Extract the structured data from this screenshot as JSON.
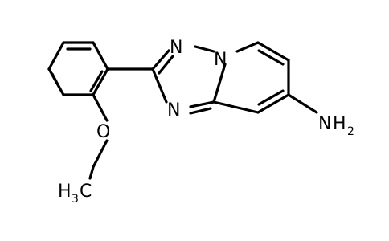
{
  "molecule": {
    "atoms": {
      "n_top": "N",
      "n_bridge": "N",
      "n_bottom": "N",
      "o_methoxy": "O",
      "amine_n": "N",
      "amine_h": "H",
      "amine_sub": "2",
      "methyl_h": "H",
      "methyl_sub": "3",
      "methyl_c": "C"
    }
  }
}
